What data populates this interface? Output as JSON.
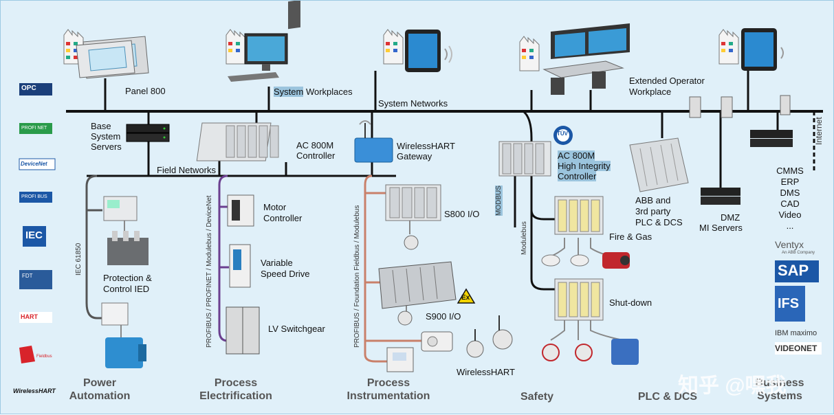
{
  "network_labels": {
    "system_networks": "System Networks",
    "field_networks": "Field Networks",
    "internet": "Internet"
  },
  "devices": {
    "panel_800": "Panel 800",
    "system_workplaces_a": "System",
    "system_workplaces_b": " Workplaces",
    "extended_operator_1": "Extended Operator",
    "extended_operator_2": "Workplace",
    "base_system_1": "Base",
    "base_system_2": "System",
    "base_system_3": "Servers",
    "ac800m_1": "AC 800M",
    "ac800m_2": "Controller",
    "wirelesshart_gw_1": "WirelessHART",
    "wirelesshart_gw_2": "Gateway",
    "ac800m_hi_1": "AC 800M",
    "ac800m_hi_2": "High Integrity",
    "ac800m_hi_3": "Controller",
    "abb_plc_1": "ABB and",
    "abb_plc_2": "3rd party",
    "abb_plc_3": "PLC & DCS",
    "dmz_1": "DMZ",
    "dmz_2": "MI Servers",
    "motor_1": "Motor",
    "motor_2": "Controller",
    "vsd_1": "Variable",
    "vsd_2": "Speed Drive",
    "lv_switchgear": "LV Switchgear",
    "s800_io": "S800 I/O",
    "s900_io": "S900 I/O",
    "wirelesshart": "WirelessHART",
    "fire_gas": "Fire & Gas",
    "shutdown": "Shut-down",
    "protection_1": "Protection &",
    "protection_2": "Control IED"
  },
  "vertical_labels": {
    "iec61850": "IEC 61850",
    "profibus_devicenet": "PROFIBUS / PROFINET / Modulebus / DeviceNet",
    "profibus_ff": "PROFIBUS / Foundation Fieldbus / Modulebus",
    "modbus": "MODBUS",
    "modulebus": "Modulebus"
  },
  "business_systems": [
    "CMMS",
    "ERP",
    "DMS",
    "CAD",
    "Video",
    "..."
  ],
  "sections": [
    {
      "line1": "Power",
      "line2": "Automation"
    },
    {
      "line1": "Process",
      "line2": "Electrification"
    },
    {
      "line1": "Process",
      "line2": "Instrumentation"
    },
    {
      "line1": "Safety",
      "line2": ""
    },
    {
      "line1": "PLC & DCS",
      "line2": ""
    },
    {
      "line1": "Business",
      "line2": "Systems"
    }
  ],
  "left_logos": [
    "OPC",
    "PROFI NET",
    "DeviceNet",
    "PROFI BUS",
    "IEC",
    "FDT",
    "HART",
    "Fieldbus",
    "WirelessHART"
  ],
  "vendor_logos": {
    "ventyx": "Ventyx",
    "ventyx_sub": "An ABB Company",
    "sap": "SAP",
    "ifs": "IFS",
    "maximo": "IBM maximo",
    "videonet": "VIDEONET"
  },
  "badges": {
    "tuv": "TÜV",
    "ex": "Ex"
  },
  "watermark": "知乎 @嘿我",
  "colors": {
    "background": "#e0f0f9",
    "bus": "#111111",
    "iec_line": "#555555",
    "profibus_line": "#6b3f8f",
    "ff_line": "#c9806a",
    "label_highlight": "#9bc4dd",
    "section_text": "#555555"
  }
}
